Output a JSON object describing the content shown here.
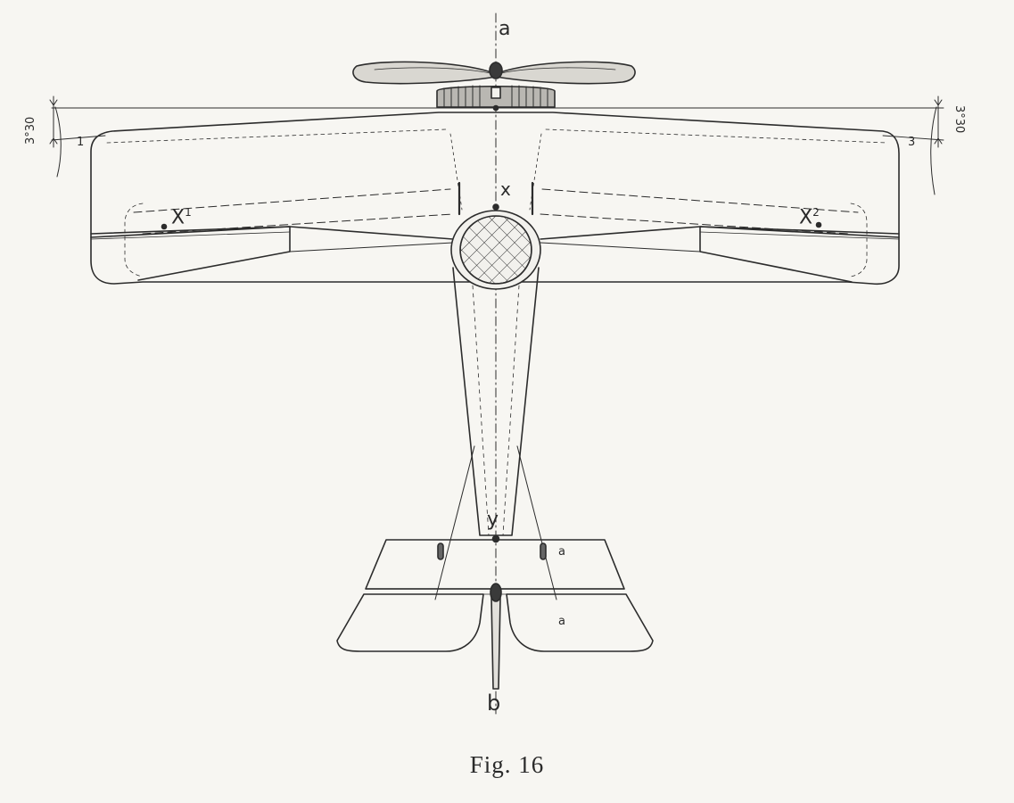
{
  "caption": "Fig. 16",
  "labels": {
    "top_axis": "a",
    "bottom_axis": "b",
    "x": "x",
    "x1_base": "X",
    "x1_sup": "1",
    "x2_base": "X",
    "x2_sup": "2",
    "y": "y",
    "left_mark": "1",
    "right_mark": "3",
    "left_angle": "3°30",
    "right_angle": "3°30",
    "elev_mark_upper": "a",
    "elev_mark_lower": "a"
  }
}
